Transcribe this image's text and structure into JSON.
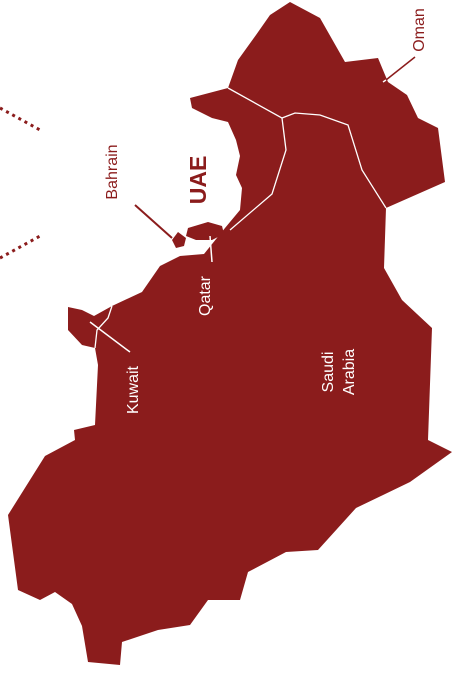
{
  "colors": {
    "land": "#8b1c1c",
    "border": "#ffffff",
    "background": "#ffffff",
    "leader_dark": "#8b1c1c",
    "leader_light": "#ffffff"
  },
  "labels": {
    "uae": "UAE",
    "oman": "Oman",
    "bahrain": "Bahrain",
    "qatar": "Qatar",
    "kuwait": "Kuwait",
    "saudi_line1": "Saudi",
    "saudi_line2": "Arabia"
  }
}
